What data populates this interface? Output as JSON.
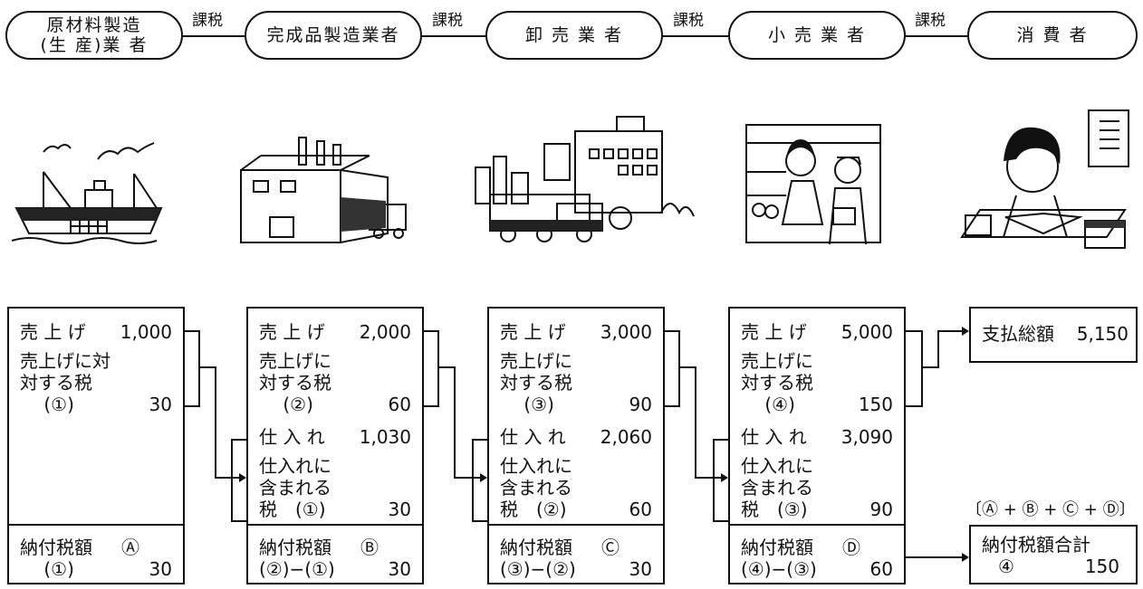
{
  "stages": [
    {
      "label": "原材料製造\n(生 産)業 者"
    },
    {
      "label": "完成品製造業者"
    },
    {
      "label": "卸 売 業 者"
    },
    {
      "label": "小 売 業 者"
    },
    {
      "label": "消 費 者"
    }
  ],
  "tax_tag": "課税",
  "columns": [
    {
      "sales_label": "売 上 げ",
      "sales_value": "1,000",
      "sales_tax_label": "売上げに対\n対する税\n　 (①)",
      "sales_tax_value": "30",
      "purchase_label": "",
      "purchase_value": "",
      "purchase_tax_label": "",
      "purchase_tax_value": "",
      "paid_label": "納付税額",
      "paid_mark": "Ⓐ",
      "paid_formula": "　 (①)",
      "paid_value": "30"
    },
    {
      "sales_label": "売 上 げ",
      "sales_value": "2,000",
      "sales_tax_label": "売上げに\n対する税\n　 (②)",
      "sales_tax_value": "60",
      "purchase_label": "仕 入 れ",
      "purchase_value": "1,030",
      "purchase_tax_label": "仕入れに\n含まれる\n税　(①)",
      "purchase_tax_value": "30",
      "paid_label": "納付税額",
      "paid_mark": "Ⓑ",
      "paid_formula": "(②)−(①)",
      "paid_value": "30"
    },
    {
      "sales_label": "売 上 げ",
      "sales_value": "3,000",
      "sales_tax_label": "売上げに\n対する税\n　 (③)",
      "sales_tax_value": "90",
      "purchase_label": "仕 入 れ",
      "purchase_value": "2,060",
      "purchase_tax_label": "仕入れに\n含まれる\n税　(②)",
      "purchase_tax_value": "60",
      "paid_label": "納付税額",
      "paid_mark": "Ⓒ",
      "paid_formula": "(③)−(②)",
      "paid_value": "30"
    },
    {
      "sales_label": "売 上 げ",
      "sales_value": "5,000",
      "sales_tax_label": "売上げに\n対する税\n　 (④)",
      "sales_tax_value": "150",
      "purchase_label": "仕 入 れ",
      "purchase_value": "3,090",
      "purchase_tax_label": "仕入れに\n含まれる\n税　(③)",
      "purchase_tax_value": "90",
      "paid_label": "納付税額",
      "paid_mark": "Ⓓ",
      "paid_formula": "(④)−(③)",
      "paid_value": "60"
    }
  ],
  "consumer": {
    "total_paid_label": "支払総額",
    "total_paid_value": "5,150",
    "sum_formula": "〔Ⓐ + Ⓑ + Ⓒ + Ⓓ〕",
    "tax_total_label": "納付税額合計",
    "tax_total_mark": "④",
    "tax_total_value": "150"
  }
}
